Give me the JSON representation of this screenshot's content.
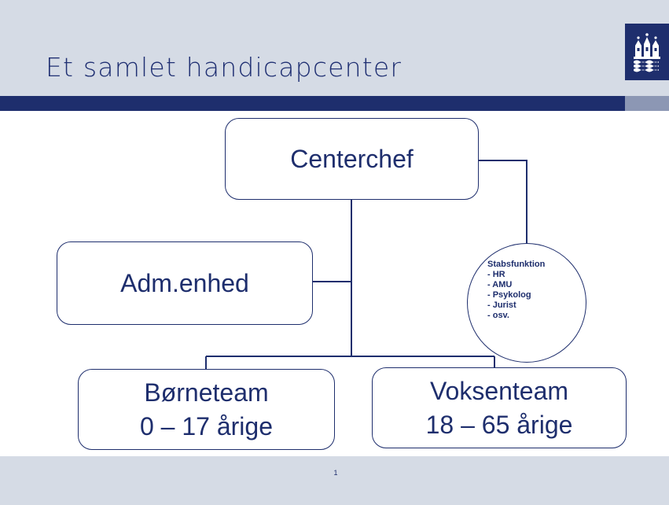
{
  "slide": {
    "title": "Et samlet handicapcenter",
    "page_number": "1"
  },
  "diagram": {
    "top": {
      "label": "Centerchef"
    },
    "admin": {
      "label": "Adm.enhed"
    },
    "staff": {
      "heading": "Stabsfunktion",
      "items": [
        "- HR",
        "- AMU",
        "- Psykolog",
        "- Jurist",
        "-  osv."
      ]
    },
    "teams": [
      {
        "line1": "Børneteam",
        "line2": "0 – 17 årige"
      },
      {
        "line1": "Voksenteam",
        "line2": "18 – 65 årige"
      }
    ]
  },
  "colors": {
    "navy": "#1e2e6d",
    "header_bg": "#d5dbe5",
    "band_end": "#8c97b4"
  },
  "icons": [
    "copenhagen-coat-of-arms-icon"
  ]
}
